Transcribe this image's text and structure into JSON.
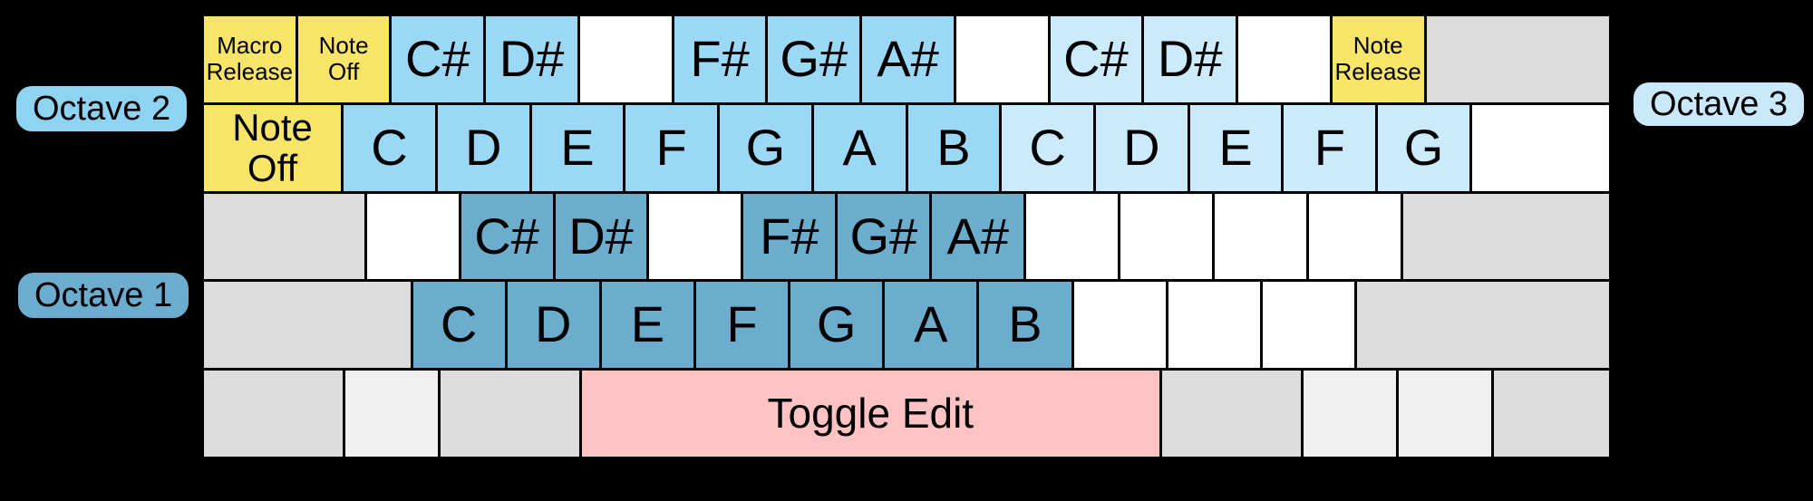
{
  "octave_labels": {
    "octave2": "Octave 2",
    "octave1": "Octave 1",
    "octave3": "Octave 3"
  },
  "colors": {
    "c-bg": "#000000",
    "c-text": "#000000",
    "c-yellow": "#F7E56A",
    "c-oct2": "#9AD8F6",
    "c-oct3": "#CBEAFB",
    "c-oct1": "#6CACCC",
    "c-blank": "#FFFFFF",
    "c-gray": "#DCDCDC",
    "c-gray-light": "#EFEFEF",
    "c-pink": "#FFC3C3",
    "c-pill2": "#8FD3F3",
    "c-pill1": "#6CACCE",
    "c-pill3": "#C9E9FB"
  },
  "keyboard": {
    "rows": [
      {
        "name": "number-row",
        "keys": [
          {
            "name": "macro-release-key",
            "label": "Macro\nRelease",
            "type": "macro",
            "w": 1,
            "size": "small"
          },
          {
            "name": "note-off-key-top",
            "label": "Note\nOff",
            "type": "macro",
            "w": 1,
            "size": "small"
          },
          {
            "name": "note-c-sharp-octave2",
            "label": "C#",
            "type": "octave2",
            "w": 1
          },
          {
            "name": "note-d-sharp-octave2",
            "label": "D#",
            "type": "octave2",
            "w": 1
          },
          {
            "name": "blank-key",
            "label": "",
            "type": "blank",
            "w": 1
          },
          {
            "name": "note-f-sharp-octave2",
            "label": "F#",
            "type": "octave2",
            "w": 1
          },
          {
            "name": "note-g-sharp-octave2",
            "label": "G#",
            "type": "octave2",
            "w": 1
          },
          {
            "name": "note-a-sharp-octave2",
            "label": "A#",
            "type": "octave2",
            "w": 1
          },
          {
            "name": "blank-key",
            "label": "",
            "type": "blank",
            "w": 1
          },
          {
            "name": "note-c-sharp-octave3",
            "label": "C#",
            "type": "octave3",
            "w": 1
          },
          {
            "name": "note-d-sharp-octave3",
            "label": "D#",
            "type": "octave3",
            "w": 1
          },
          {
            "name": "blank-key",
            "label": "",
            "type": "blank",
            "w": 1
          },
          {
            "name": "note-release-key",
            "label": "Note\nRelease",
            "type": "macro",
            "w": 1,
            "size": "small"
          },
          {
            "name": "modifier-key",
            "label": "",
            "type": "mod",
            "w": 2
          }
        ]
      },
      {
        "name": "tab-row",
        "keys": [
          {
            "name": "note-off-key",
            "label": "Note\nOff",
            "type": "macro",
            "w": 1.5,
            "size": "medium"
          },
          {
            "name": "note-c-octave2",
            "label": "C",
            "type": "octave2",
            "w": 1
          },
          {
            "name": "note-d-octave2",
            "label": "D",
            "type": "octave2",
            "w": 1
          },
          {
            "name": "note-e-octave2",
            "label": "E",
            "type": "octave2",
            "w": 1
          },
          {
            "name": "note-f-octave2",
            "label": "F",
            "type": "octave2",
            "w": 1
          },
          {
            "name": "note-g-octave2",
            "label": "G",
            "type": "octave2",
            "w": 1
          },
          {
            "name": "note-a-octave2",
            "label": "A",
            "type": "octave2",
            "w": 1
          },
          {
            "name": "note-b-octave2",
            "label": "B",
            "type": "octave2",
            "w": 1
          },
          {
            "name": "note-c-octave3",
            "label": "C",
            "type": "octave3",
            "w": 1
          },
          {
            "name": "note-d-octave3",
            "label": "D",
            "type": "octave3",
            "w": 1
          },
          {
            "name": "note-e-octave3",
            "label": "E",
            "type": "octave3",
            "w": 1
          },
          {
            "name": "note-f-octave3",
            "label": "F",
            "type": "octave3",
            "w": 1
          },
          {
            "name": "note-g-octave3",
            "label": "G",
            "type": "octave3",
            "w": 1
          },
          {
            "name": "blank-key",
            "label": "",
            "type": "blank",
            "w": 1.5
          }
        ]
      },
      {
        "name": "caps-row",
        "keys": [
          {
            "name": "modifier-key",
            "label": "",
            "type": "mod",
            "w": 1.75
          },
          {
            "name": "blank-key",
            "label": "",
            "type": "blank",
            "w": 1
          },
          {
            "name": "note-c-sharp-octave1",
            "label": "C#",
            "type": "octave1",
            "w": 1
          },
          {
            "name": "note-d-sharp-octave1",
            "label": "D#",
            "type": "octave1",
            "w": 1
          },
          {
            "name": "blank-key",
            "label": "",
            "type": "blank",
            "w": 1
          },
          {
            "name": "note-f-sharp-octave1",
            "label": "F#",
            "type": "octave1",
            "w": 1
          },
          {
            "name": "note-g-sharp-octave1",
            "label": "G#",
            "type": "octave1",
            "w": 1
          },
          {
            "name": "note-a-sharp-octave1",
            "label": "A#",
            "type": "octave1",
            "w": 1
          },
          {
            "name": "blank-key",
            "label": "",
            "type": "blank",
            "w": 1
          },
          {
            "name": "blank-key",
            "label": "",
            "type": "blank",
            "w": 1
          },
          {
            "name": "blank-key",
            "label": "",
            "type": "blank",
            "w": 1
          },
          {
            "name": "blank-key",
            "label": "",
            "type": "blank",
            "w": 1
          },
          {
            "name": "modifier-key",
            "label": "",
            "type": "mod",
            "w": 2.25
          }
        ]
      },
      {
        "name": "shift-row",
        "keys": [
          {
            "name": "modifier-key",
            "label": "",
            "type": "mod",
            "w": 2.25
          },
          {
            "name": "note-c-octave1",
            "label": "C",
            "type": "octave1",
            "w": 1
          },
          {
            "name": "note-d-octave1",
            "label": "D",
            "type": "octave1",
            "w": 1
          },
          {
            "name": "note-e-octave1",
            "label": "E",
            "type": "octave1",
            "w": 1
          },
          {
            "name": "note-f-octave1",
            "label": "F",
            "type": "octave1",
            "w": 1
          },
          {
            "name": "note-g-octave1",
            "label": "G",
            "type": "octave1",
            "w": 1
          },
          {
            "name": "note-a-octave1",
            "label": "A",
            "type": "octave1",
            "w": 1
          },
          {
            "name": "note-b-octave1",
            "label": "B",
            "type": "octave1",
            "w": 1
          },
          {
            "name": "blank-key",
            "label": "",
            "type": "blank",
            "w": 1
          },
          {
            "name": "blank-key",
            "label": "",
            "type": "blank",
            "w": 1
          },
          {
            "name": "blank-key",
            "label": "",
            "type": "blank",
            "w": 1
          },
          {
            "name": "modifier-key",
            "label": "",
            "type": "mod",
            "w": 2.75
          }
        ]
      },
      {
        "name": "bottom-row",
        "keys": [
          {
            "name": "modifier-key",
            "label": "",
            "type": "mod",
            "w": 1.5
          },
          {
            "name": "modifier-key",
            "label": "",
            "type": "mod-light",
            "w": 1
          },
          {
            "name": "modifier-key",
            "label": "",
            "type": "mod",
            "w": 1.5
          },
          {
            "name": "toggle-edit-key",
            "label": "Toggle Edit",
            "type": "toggle",
            "w": 6.25,
            "size": "toggle"
          },
          {
            "name": "modifier-key",
            "label": "",
            "type": "mod",
            "w": 1.5
          },
          {
            "name": "modifier-key",
            "label": "",
            "type": "mod-light",
            "w": 1
          },
          {
            "name": "modifier-key",
            "label": "",
            "type": "mod-light",
            "w": 1
          },
          {
            "name": "modifier-key",
            "label": "",
            "type": "mod",
            "w": 1.25
          }
        ]
      }
    ]
  }
}
